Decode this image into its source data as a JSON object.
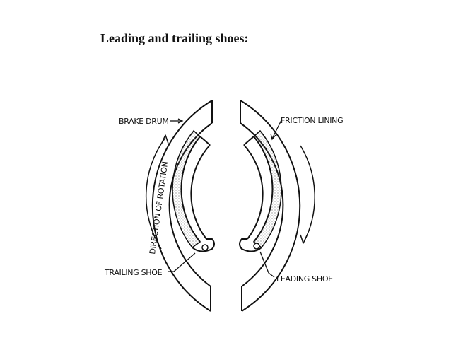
{
  "heading": "Leading and trailing shoes:",
  "diagram": {
    "labels": {
      "brake_drum": "BRAKE DRUM",
      "direction_of_rotation": "DIRECTION OF ROTATION",
      "trailing_shoe": "TRAILING SHOE",
      "friction_lining": "FRICTION LINING",
      "leading_shoe": "LEADING SHOE"
    },
    "colors": {
      "ink": "#111111",
      "background": "#ffffff",
      "lining_dots": "#666666"
    }
  }
}
